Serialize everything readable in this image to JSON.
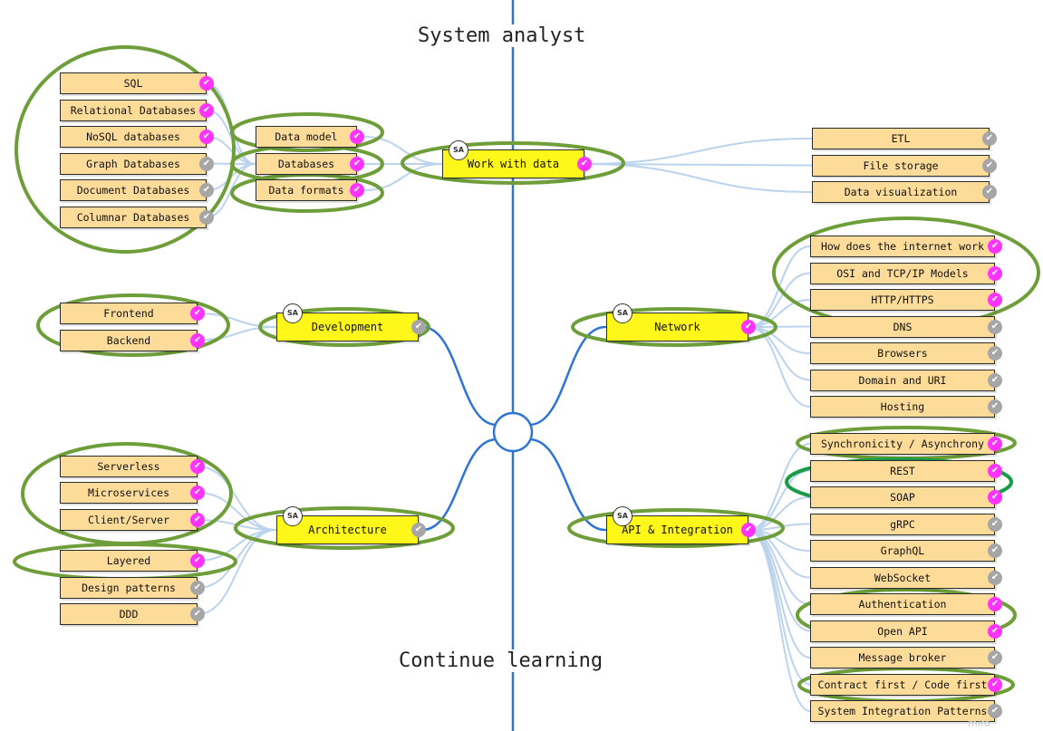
{
  "title": "System analyst",
  "footer": "Continue learning",
  "watermark": "miro",
  "colors": {
    "done": "#ff33ff",
    "todo": "#a6a6a6",
    "highlight": "#6e9e3a",
    "line": "#2e73d6",
    "branch": "#bcd3ee"
  },
  "icons": {
    "check": "check-icon",
    "center": "center-circle-icon"
  },
  "sections": [
    {
      "id": "work-with-data",
      "label": "Work with data",
      "badge": "SA",
      "status": "done",
      "left_children": [
        {
          "label": "Data model",
          "status": "done"
        },
        {
          "label": "Databases",
          "status": "done"
        },
        {
          "label": "Data formats",
          "status": "done"
        }
      ],
      "right_children": [
        {
          "label": "ETL",
          "status": "todo"
        },
        {
          "label": "File storage",
          "status": "todo"
        },
        {
          "label": "Data visualization",
          "status": "todo"
        }
      ]
    },
    {
      "id": "databases-group",
      "children": [
        {
          "label": "SQL",
          "status": "done"
        },
        {
          "label": "Relational Databases",
          "status": "done"
        },
        {
          "label": "NoSQL databases",
          "status": "done"
        },
        {
          "label": "Graph Databases",
          "status": "todo"
        },
        {
          "label": "Document Databases",
          "status": "todo"
        },
        {
          "label": "Columnar Databases",
          "status": "todo"
        }
      ]
    },
    {
      "id": "development",
      "label": "Development",
      "badge": "SA",
      "status": "todo",
      "children": [
        {
          "label": "Frontend",
          "status": "done"
        },
        {
          "label": "Backend",
          "status": "done"
        }
      ]
    },
    {
      "id": "network",
      "label": "Network",
      "badge": "SA",
      "status": "done",
      "children": [
        {
          "label": "How does the internet work",
          "status": "done"
        },
        {
          "label": "OSI and TCP/IP Models",
          "status": "done"
        },
        {
          "label": "HTTP/HTTPS",
          "status": "done"
        },
        {
          "label": "DNS",
          "status": "todo"
        },
        {
          "label": "Browsers",
          "status": "todo"
        },
        {
          "label": "Domain and URI",
          "status": "todo"
        },
        {
          "label": "Hosting",
          "status": "todo"
        }
      ]
    },
    {
      "id": "architecture",
      "label": "Architecture",
      "badge": "SA",
      "status": "todo",
      "children": [
        {
          "label": "Serverless",
          "status": "done"
        },
        {
          "label": "Microservices",
          "status": "done"
        },
        {
          "label": "Client/Server",
          "status": "done"
        },
        {
          "label": "Layered",
          "status": "done"
        },
        {
          "label": "Design patterns",
          "status": "todo"
        },
        {
          "label": "DDD",
          "status": "todo"
        }
      ]
    },
    {
      "id": "api-integration",
      "label": "API & Integration",
      "badge": "SA",
      "status": "done",
      "children": [
        {
          "label": "Synchronicity / Asynchrony",
          "status": "done"
        },
        {
          "label": "REST",
          "status": "done"
        },
        {
          "label": "SOAP",
          "status": "done"
        },
        {
          "label": "gRPC",
          "status": "todo"
        },
        {
          "label": "GraphQL",
          "status": "todo"
        },
        {
          "label": "WebSocket",
          "status": "todo"
        },
        {
          "label": "Authentication",
          "status": "done"
        },
        {
          "label": "Open API",
          "status": "done"
        },
        {
          "label": "Message broker",
          "status": "todo"
        },
        {
          "label": "Contract first / Code first",
          "status": "done"
        },
        {
          "label": "System Integration Patterns",
          "status": "todo"
        }
      ]
    }
  ]
}
